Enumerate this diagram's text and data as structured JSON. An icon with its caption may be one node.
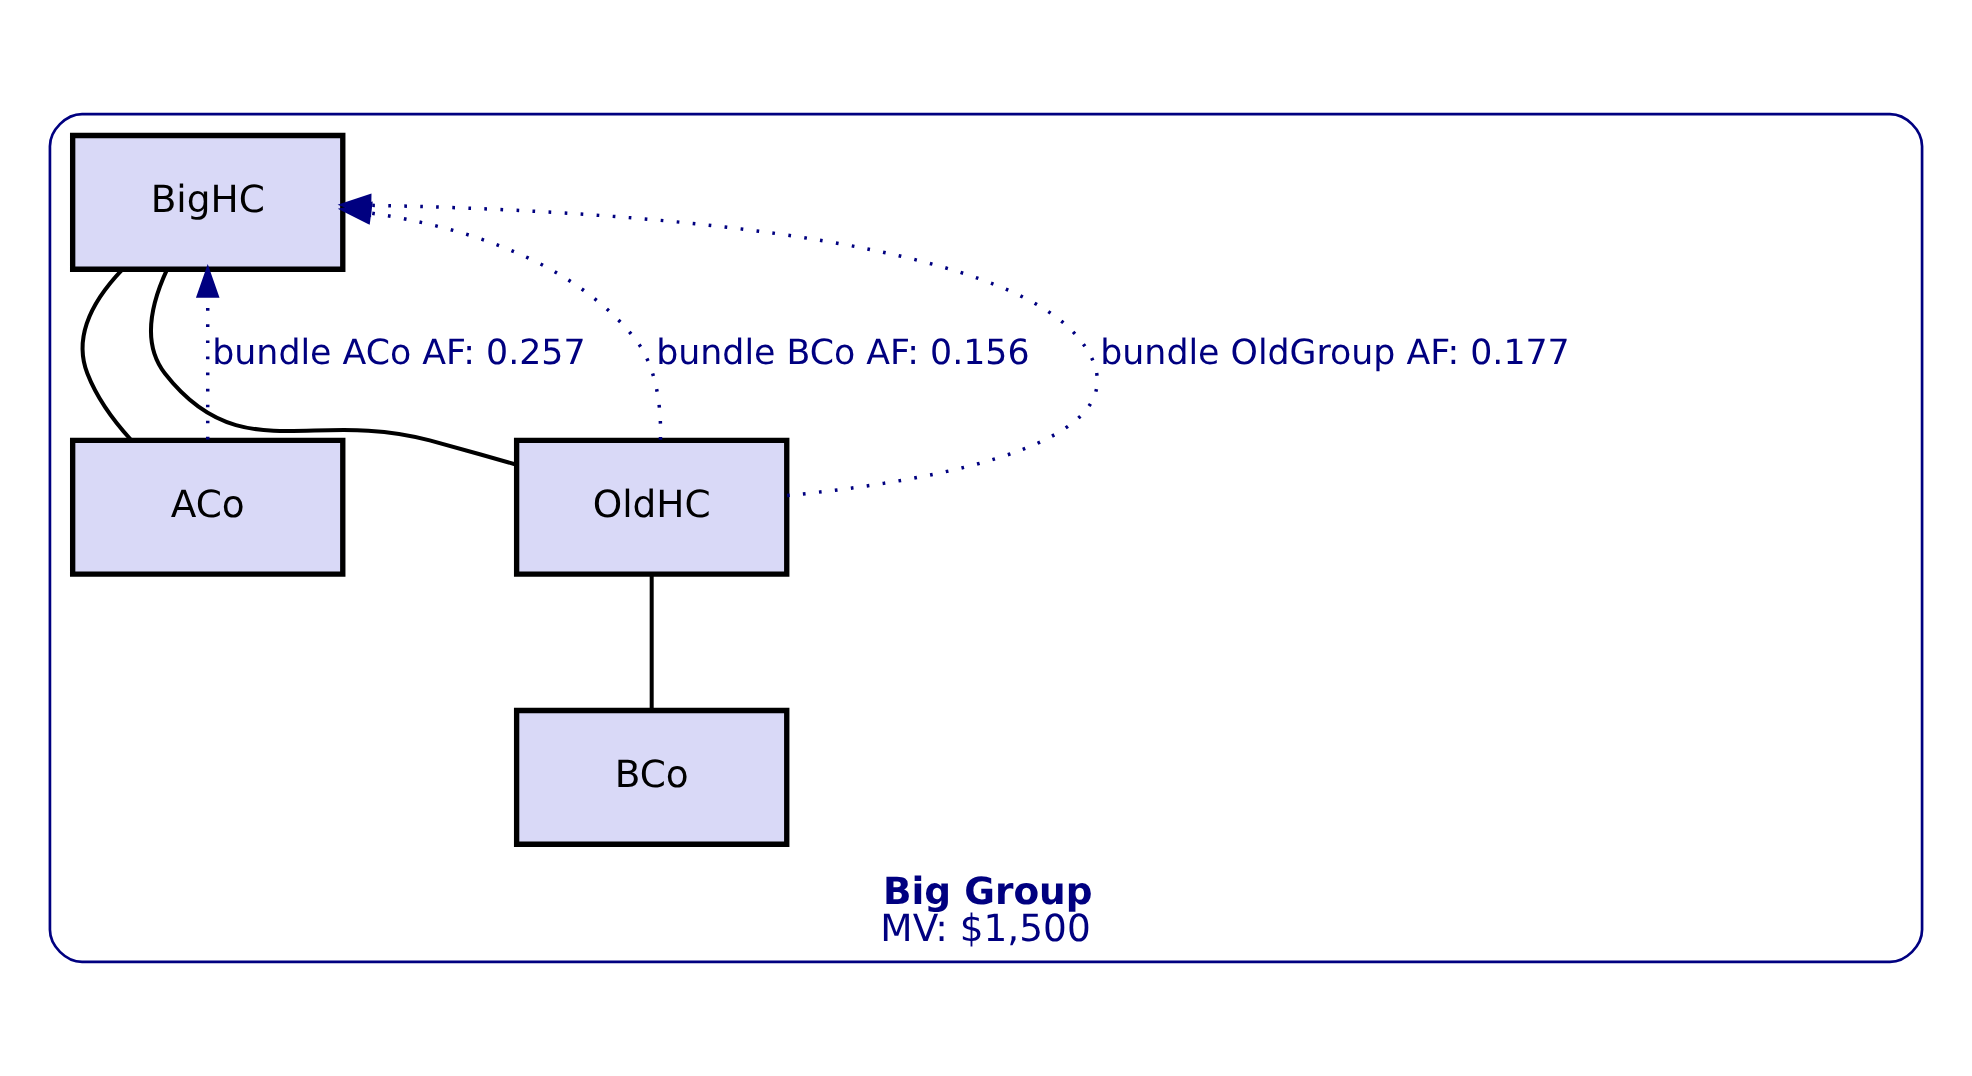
{
  "diagram": {
    "nodes": [
      {
        "text": [
          "Big Group",
          "MV: $1,500"
        ]
      },
      {
        "text": [
          "BigHC"
        ],
        "in": 0
      },
      {
        "text": [
          "ACo"
        ],
        "in": 0
      },
      {
        "text": [
          "OldHC"
        ],
        "in": 0
      },
      {
        "text": [
          "BCo"
        ],
        "in": 0
      }
    ],
    "edges": [
      {
        "from": 1,
        "to": 2,
        "arrow": "none"
      },
      {
        "from": 1,
        "to": 3,
        "arrow": "none"
      },
      {
        "from": 3,
        "to": 4,
        "arrow": "none"
      },
      {
        "from": 2,
        "to": 1,
        "arrow": "to",
        "label": "bundle ACo AF: 0.257",
        "style": "dashed",
        "color": "#000080"
      },
      {
        "from": 3,
        "to": 1,
        "arrow": "to",
        "label": "bundle BCo AF: 0.156",
        "style": "dashed",
        "color": "#000080"
      },
      {
        "from": 3,
        "to": 1,
        "arrow": "to",
        "label": "bundle OldGroup AF: 0.177",
        "style": "dashed",
        "color": "#000080"
      }
    ]
  }
}
